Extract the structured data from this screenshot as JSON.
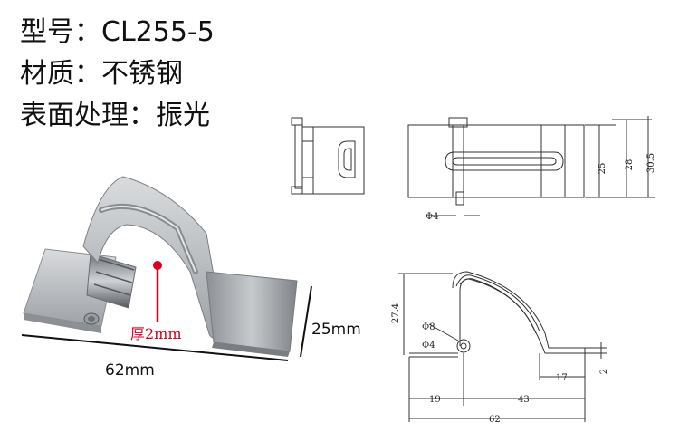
{
  "specs": {
    "model": "型号：CL255-5",
    "material": "材质：不锈钢",
    "finish": "表面处理：振光"
  },
  "photo_labels": {
    "thickness": "厚2mm",
    "width": "25mm",
    "length": "62mm"
  },
  "drawing_dims": {
    "pin_diameter_top": "Φ4",
    "height_25": "25",
    "height_28": "28",
    "height_30_5": "30.5",
    "height_27_4": "27.4",
    "arc_radius": "Φ8",
    "pin_diameter_side": "Φ4",
    "flange_17": "17",
    "thickness_2": "2",
    "base_19": "19",
    "base_43": "43",
    "overall_62": "62"
  },
  "colors": {
    "accent_red": "#d8001a",
    "metal": "#b9bcbf",
    "line": "#333333"
  }
}
